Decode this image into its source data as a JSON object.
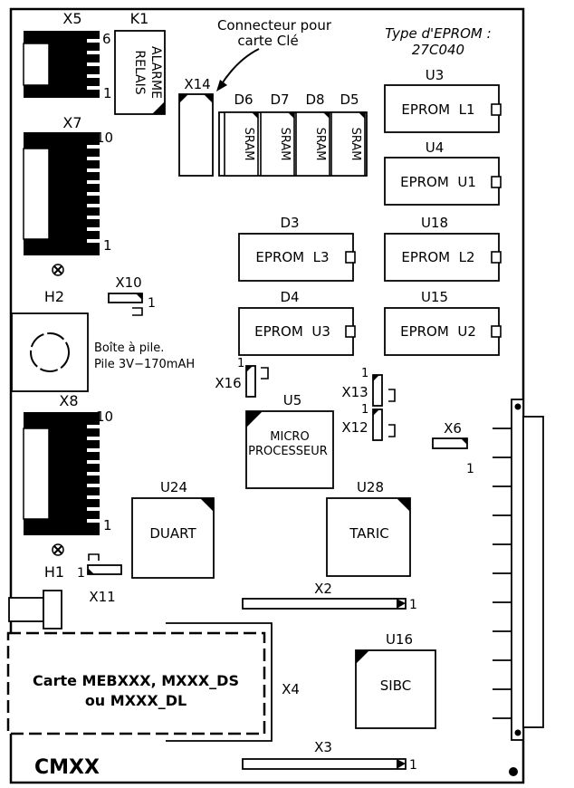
{
  "board": {
    "name": "CMXX",
    "eprom_type_line1": "Type d'EPROM :",
    "eprom_type_line2": "27C040",
    "connector_note_line1": "Connecteur pour",
    "connector_note_line2": "carte Clé"
  },
  "connectors": {
    "x5": "X5",
    "x5_pin_top": "6",
    "x5_pin_bottom": "1",
    "x7": "X7",
    "x7_pin_top": "10",
    "x7_pin_bottom": "1",
    "x8": "X8",
    "x8_pin_top": "10",
    "x8_pin_bottom": "1",
    "x14": "X14",
    "x2": "X2",
    "x2_pin": "1",
    "x3": "X3",
    "x3_pin": "1",
    "x4": "X4",
    "x6": "X6",
    "x6_pin": "1"
  },
  "jumpers": {
    "x10": "X10",
    "x10_pin": "1",
    "x11": "X11",
    "x11_pin": "1",
    "x16": "X16",
    "x16_pin": "1",
    "x13": "X13",
    "x13_pin": "1",
    "x12": "X12",
    "x12_pin": "1"
  },
  "relay": {
    "ref": "K1",
    "line1": "RELAIS",
    "line2": "ALARME"
  },
  "leds": {
    "h1": "H1",
    "h2": "H2"
  },
  "battery": {
    "line1": "Boîte à pile.",
    "line2": "Pile 3V−170mAH"
  },
  "sram": [
    {
      "ref": "D6",
      "label": "SRAM"
    },
    {
      "ref": "D7",
      "label": "SRAM"
    },
    {
      "ref": "D8",
      "label": "SRAM"
    },
    {
      "ref": "D5",
      "label": "SRAM"
    }
  ],
  "eproms": {
    "u3": {
      "ref": "U3",
      "label": "EPROM  L1"
    },
    "u4": {
      "ref": "U4",
      "label": "EPROM  U1"
    },
    "d3": {
      "ref": "D3",
      "label": "EPROM  L3"
    },
    "u18": {
      "ref": "U18",
      "label": "EPROM  L2"
    },
    "d4": {
      "ref": "D4",
      "label": "EPROM  U3"
    },
    "u15": {
      "ref": "U15",
      "label": "EPROM  U2"
    }
  },
  "chips": {
    "u5": {
      "ref": "U5",
      "line1": "MICRO",
      "line2": "PROCESSEUR"
    },
    "u24": {
      "ref": "U24",
      "label": "DUART"
    },
    "u28": {
      "ref": "U28",
      "label": "TARIC"
    },
    "u16": {
      "ref": "U16",
      "label": "SIBC"
    }
  },
  "daughter_card": {
    "line1": "Carte MEBXXX, MXXX_DS",
    "line2": "ou MXXX_DL"
  }
}
